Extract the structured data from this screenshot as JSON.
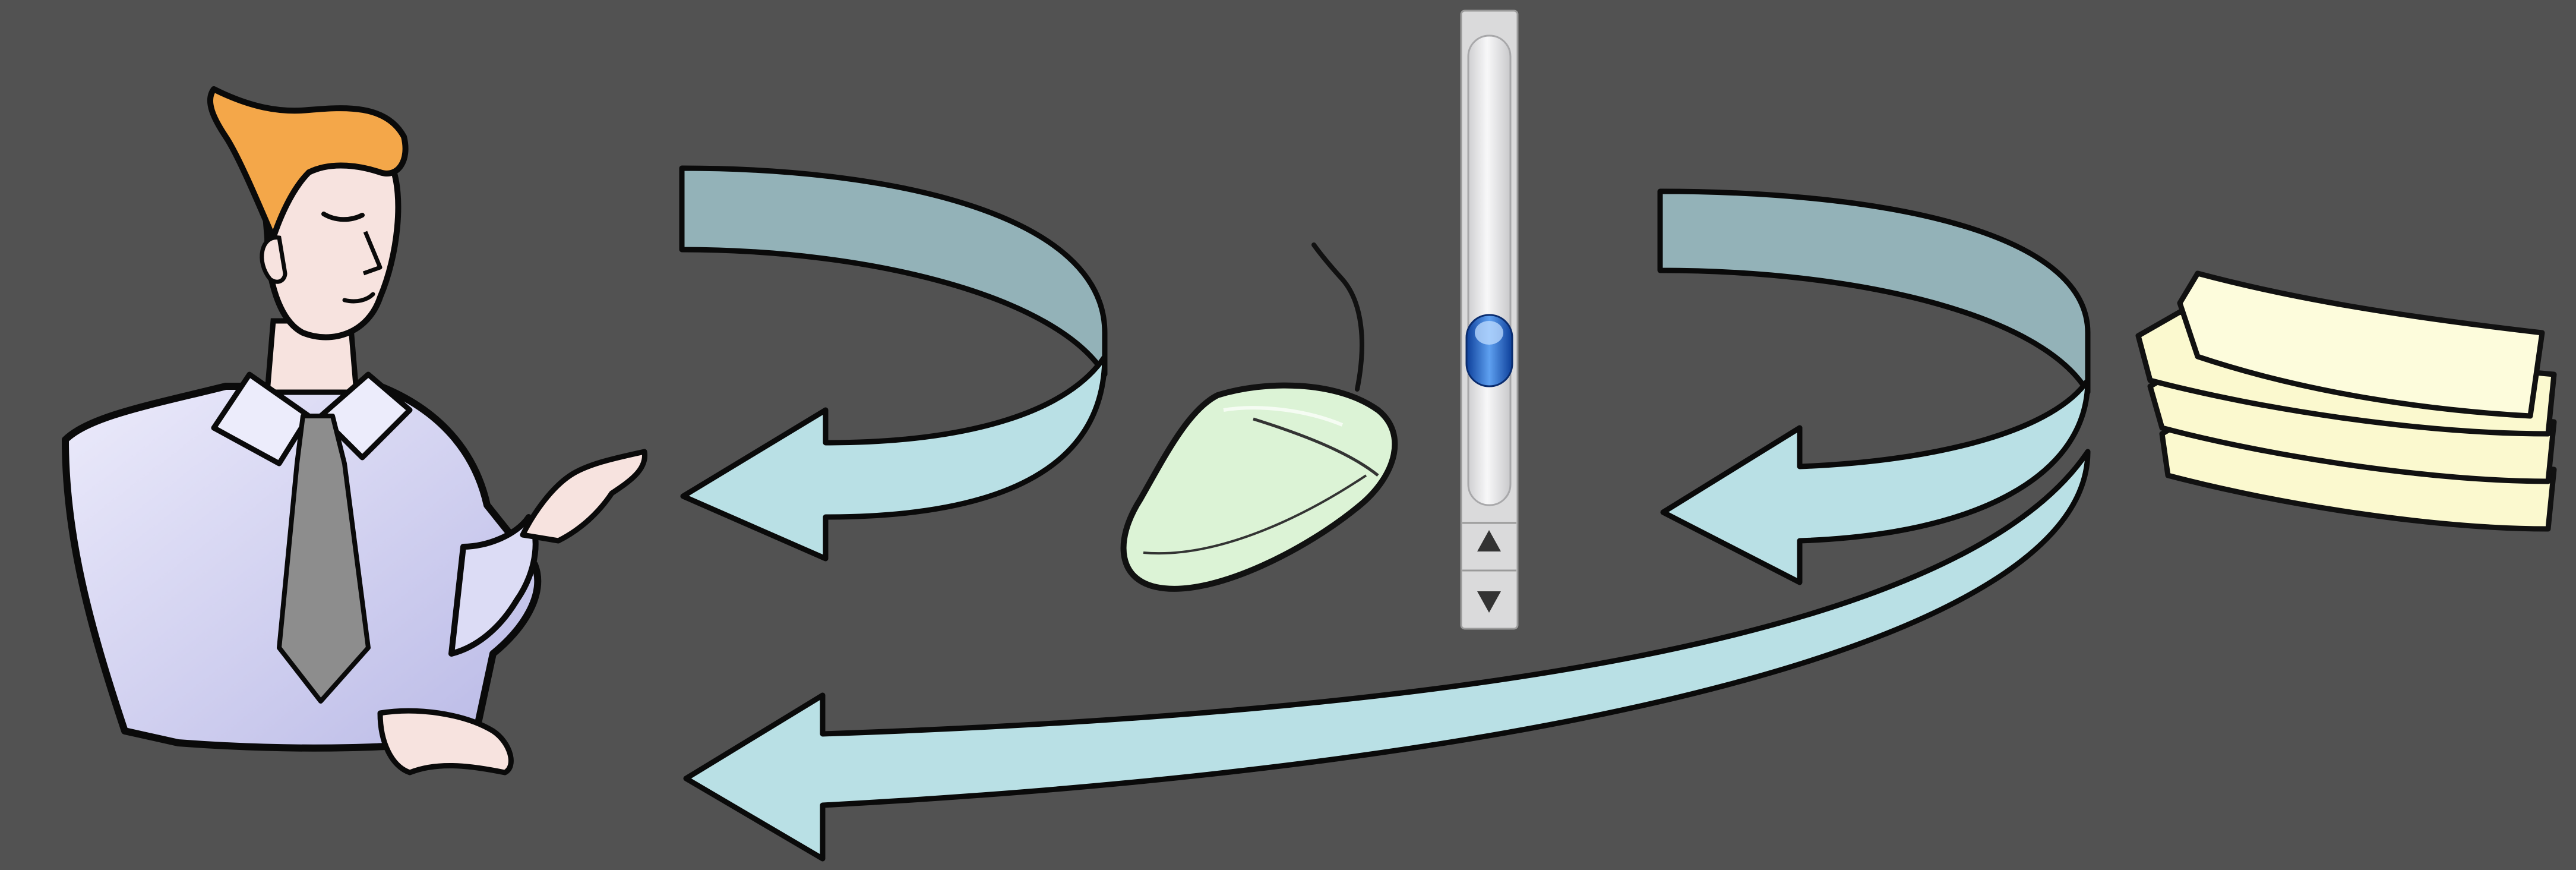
{
  "colors": {
    "background": "#525252",
    "arrow_outer": "#93b2b8",
    "arrow_inner": "#b9e0e5",
    "arrow_outline": "#0a0a0a",
    "mouse_body": "#dcf3d6",
    "scrollbar_track": "#e9e9ea",
    "scroll_thumb": "#2e74d6",
    "paper": "#fbf9cf",
    "person_shirt": "#dcdcf5",
    "person_hair": "#f4a749",
    "person_skin": "#f7e3df"
  },
  "diagram": {
    "elements": [
      {
        "id": "person",
        "icon": "person-icon"
      },
      {
        "id": "mouse",
        "icon": "mouse-icon"
      },
      {
        "id": "scrollbar",
        "icon": "scrollbar-icon"
      },
      {
        "id": "documents",
        "icon": "document-stack-icon"
      }
    ],
    "arrows": [
      {
        "from": "mouse",
        "to": "person"
      },
      {
        "from": "documents",
        "to": "scrollbar"
      },
      {
        "from": "documents",
        "to": "person"
      }
    ]
  }
}
